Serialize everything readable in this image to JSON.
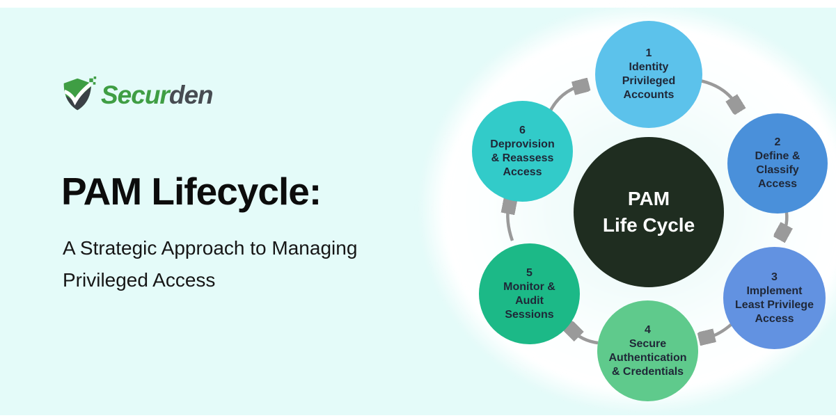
{
  "page": {
    "background_color": "#e4fbf9",
    "top_strip_color": "#ffffff"
  },
  "logo": {
    "brand_part_green": "Secur",
    "brand_part_dark": "den",
    "green_color": "#3f9e44",
    "dark_color": "#474c52",
    "shield_icon": "shield-check-icon"
  },
  "headline": {
    "title": "PAM Lifecycle:",
    "subtitle": "A Strategic Approach to Managing\nPrivileged Access"
  },
  "diagram": {
    "arrow_color": "#9a9a9a",
    "center": {
      "label": "PAM\nLife Cycle",
      "color": "#1f2d20",
      "text_color": "#ffffff"
    },
    "steps": [
      {
        "number": "1",
        "label": "Identity\nPrivileged\nAccounts",
        "color": "#5cc2eb"
      },
      {
        "number": "2",
        "label": "Define &\nClassify\nAccess",
        "color": "#4a90da"
      },
      {
        "number": "3",
        "label": "Implement\nLeast Privilege\nAccess",
        "color": "#6292e1"
      },
      {
        "number": "4",
        "label": "Secure\nAuthentication\n& Credentials",
        "color": "#5fca8c"
      },
      {
        "number": "5",
        "label": "Monitor &\nAudit\nSessions",
        "color": "#1cb987"
      },
      {
        "number": "6",
        "label": "Deprovision\n& Reassess\nAccess",
        "color": "#32cbc9"
      }
    ]
  }
}
